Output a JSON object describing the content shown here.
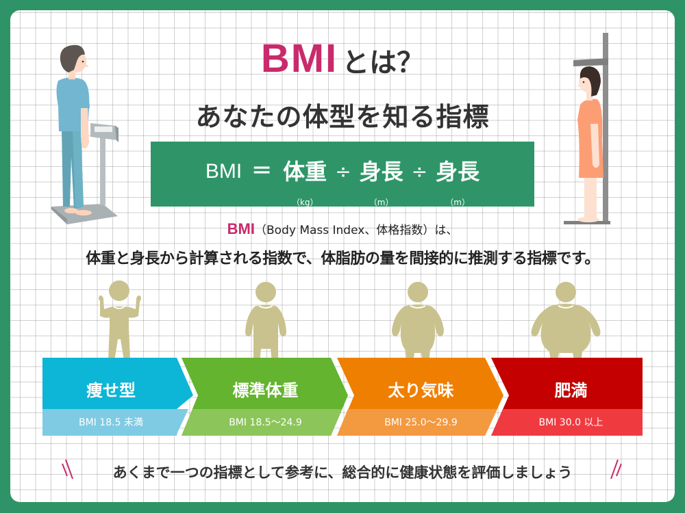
{
  "title": {
    "bmi": "BMI",
    "suffix": "とは？",
    "subtitle": "あなたの体型を知る指標"
  },
  "formula": {
    "lhs": "BMI",
    "equals": "＝",
    "terms": [
      {
        "label": "体重",
        "unit": "（kg）"
      },
      {
        "label": "身長",
        "unit": "（m）"
      },
      {
        "label": "身長",
        "unit": "（m）"
      }
    ],
    "operator": "÷"
  },
  "description": {
    "highlight": "BMI",
    "line1_rest": "（Body Mass Index、体格指数）は、",
    "line2": "体重と身長から計算される指数で、体脂肪の量を間接的に推測する指標です。"
  },
  "categories": [
    {
      "label": "痩せ型",
      "range": "BMI 18.5 未満",
      "color": "#0db5d6",
      "sub_color": "#7fcbe3",
      "figure": "thin-person-icon"
    },
    {
      "label": "標準体重",
      "range": "BMI 18.5〜24.9",
      "color": "#64b42f",
      "sub_color": "#8cc55a",
      "figure": "normal-person-icon"
    },
    {
      "label": "太り気味",
      "range": "BMI 25.0〜29.9",
      "color": "#ef7f00",
      "sub_color": "#f3993f",
      "figure": "overweight-person-icon"
    },
    {
      "label": "肥満",
      "range": "BMI 30.0 以上",
      "color": "#c40000",
      "sub_color": "#ef3b40",
      "figure": "obese-person-icon"
    }
  ],
  "footer": {
    "note": "あくまで一つの指標として参考に、総合的に健康状態を評価しましょう"
  },
  "colors": {
    "frame": "#2e9468",
    "accent_pink": "#c92a6b",
    "figure": "#c9c28e",
    "text": "#333333"
  }
}
